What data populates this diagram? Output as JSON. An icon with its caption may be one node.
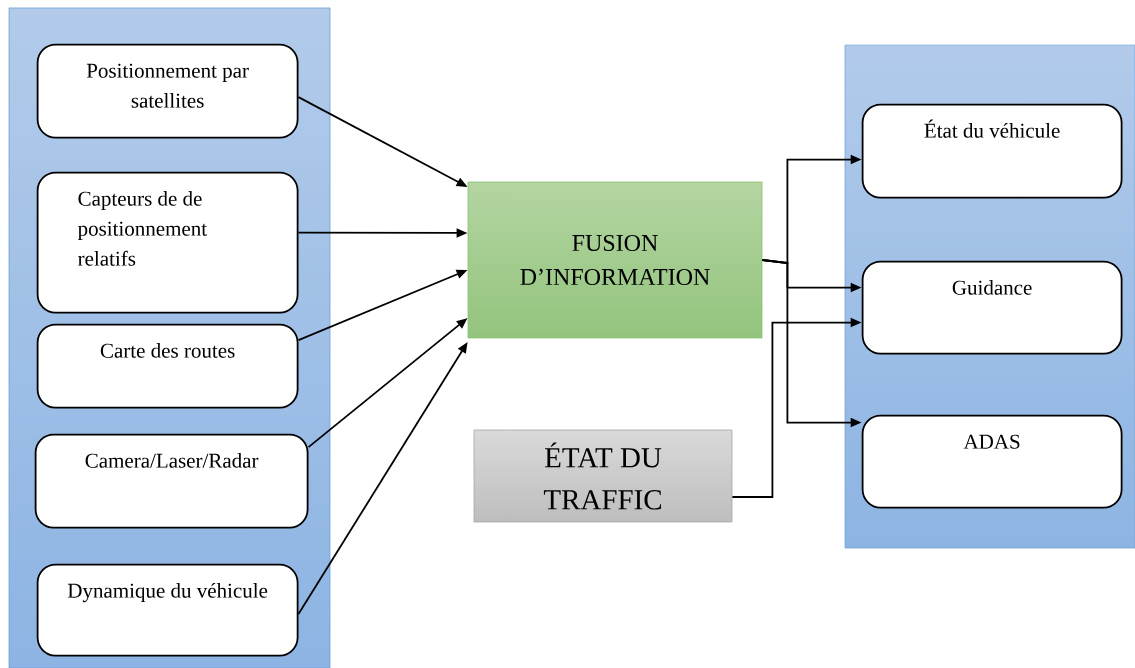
{
  "diagram": {
    "nodes": [
      {
        "text": [],
        "shape": "box"
      },
      {
        "text": [
          "Positionnement par satellites"
        ],
        "in": 0
      },
      {
        "text": [
          "Capteurs de de positionnement relatifs"
        ],
        "in": 0
      },
      {
        "text": [
          "Carte des routes"
        ],
        "in": 0
      },
      {
        "text": [
          "Camera/Laser/Radar"
        ],
        "in": 0
      },
      {
        "text": [
          "Dynamique du véhicule"
        ],
        "in": 0
      },
      {
        "text": [
          "FUSION D’INFORMATION"
        ]
      },
      {
        "text": [
          "ÉTAT DU TRAFFIC"
        ]
      },
      {
        "text": [],
        "shape": "box"
      },
      {
        "text": [
          "État du véhicule"
        ],
        "in": 8
      },
      {
        "text": [
          "Guidance"
        ],
        "in": 8
      },
      {
        "text": [
          "ADAS"
        ],
        "in": 8
      }
    ],
    "edges": [
      {
        "from": 1,
        "to": 6,
        "arrow": "to"
      },
      {
        "from": 2,
        "to": 6,
        "arrow": "to"
      },
      {
        "from": 3,
        "to": 6,
        "arrow": "to"
      },
      {
        "from": 4,
        "to": 6,
        "arrow": "to"
      },
      {
        "from": 5,
        "to": 6,
        "arrow": "to"
      },
      {
        "from": 6,
        "to": 9,
        "arrow": "to"
      },
      {
        "from": 6,
        "to": 10,
        "arrow": "to"
      },
      {
        "from": 6,
        "to": 11,
        "arrow": "to"
      },
      {
        "from": 7,
        "to": 10,
        "arrow": "to"
      }
    ]
  }
}
